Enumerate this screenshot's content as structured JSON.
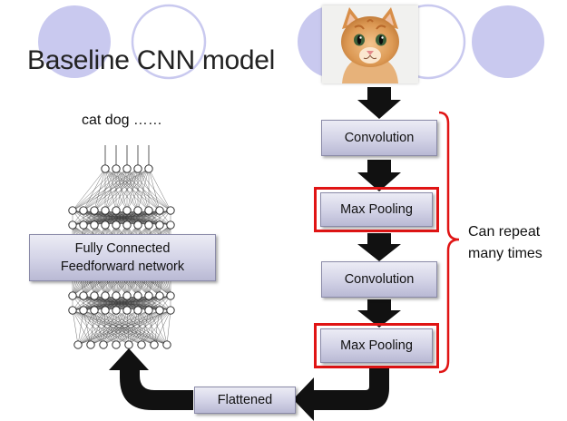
{
  "title": "Baseline CNN model",
  "output_labels": "cat dog ……",
  "nodes": {
    "conv1": "Convolution",
    "pool1": "Max Pooling",
    "conv2": "Convolution",
    "pool2": "Max Pooling",
    "flattened": "Flattened",
    "fc_line1": "Fully Connected",
    "fc_line2": "Feedforward network"
  },
  "repeat_note": {
    "line1": "Can repeat",
    "line2": "many times"
  },
  "colors": {
    "highlight": "#e01414",
    "box_fill": "#cfcfe3",
    "arrow": "#111111",
    "decor_circles": "#c9c9ef"
  }
}
